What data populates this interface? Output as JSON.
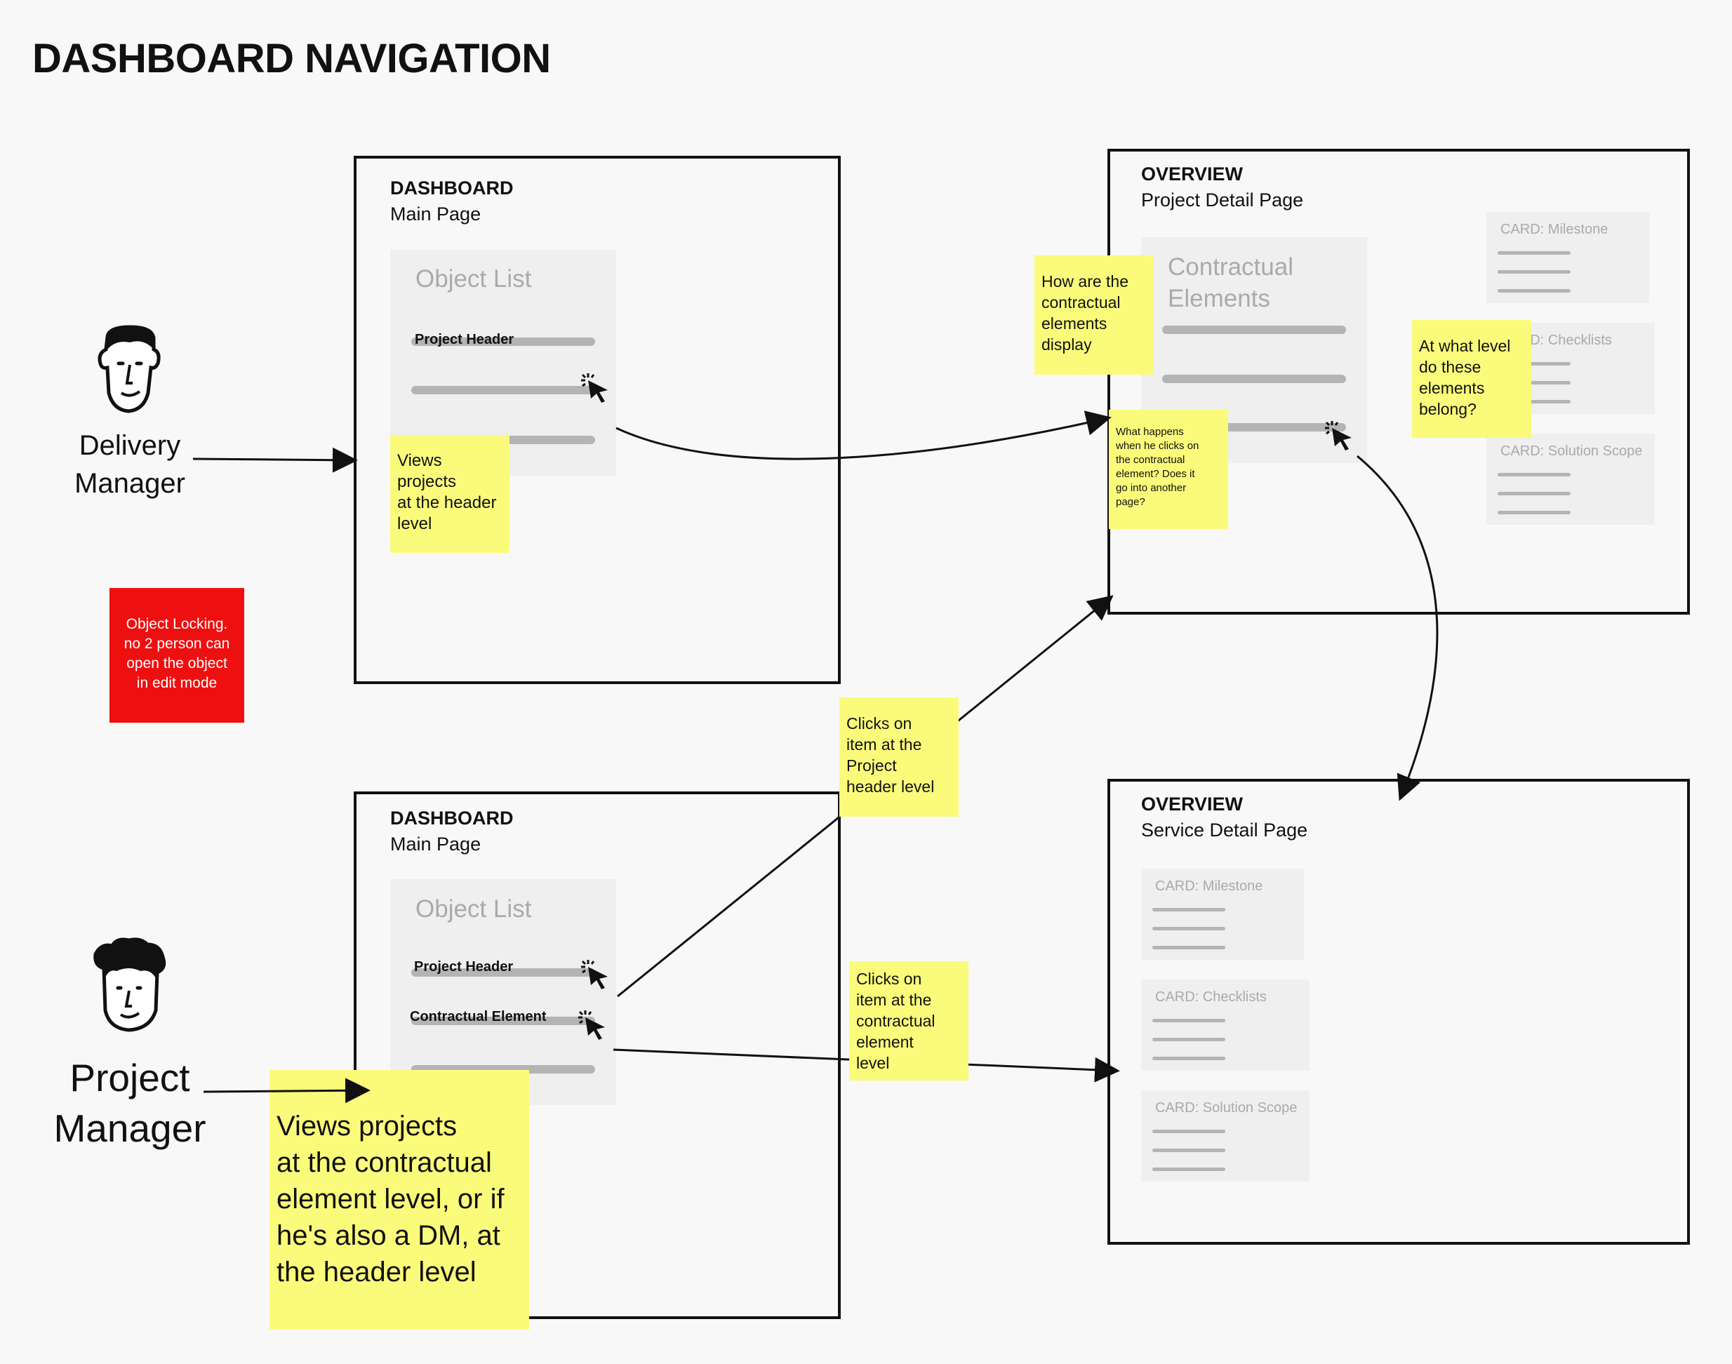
{
  "title": "DASHBOARD NAVIGATION",
  "actors": {
    "delivery_manager": "Delivery\nManager",
    "project_manager": "Project\nManager"
  },
  "dash1": {
    "heading": "DASHBOARD",
    "subheading": "Main Page",
    "panel_title": "Object List",
    "item1": "Project Header",
    "sticky": "Views\nprojects\nat the header\nlevel"
  },
  "dash2": {
    "heading": "DASHBOARD",
    "subheading": "Main Page",
    "panel_title": "Object List",
    "item1": "Project Header",
    "item2": "Contractual Element",
    "sticky": "Views projects\nat the contractual\nelement level, or if\nhe's also a DM, at\nthe header level"
  },
  "overview1": {
    "heading": "OVERVIEW",
    "subheading": "Project Detail Page",
    "panel_title": "Contractual\nElements",
    "cards": [
      "CARD: Milestone",
      "CARD: Checklists",
      "CARD: Solution Scope"
    ],
    "sticky_display": "How are the\ncontractual\nelements\ndisplay",
    "sticky_level": "At what level\ndo these\nelements\nbelong?",
    "sticky_clicks": "What happens\nwhen he clicks on\nthe contractual\nelement? Does it\ngo into another\npage?"
  },
  "overview2": {
    "heading": "OVERVIEW",
    "subheading": "Service Detail Page",
    "cards": [
      "CARD: Milestone",
      "CARD: Checklists",
      "CARD: Solution Scope"
    ]
  },
  "notes": {
    "object_locking": "Object Locking.\nno 2 person can\nopen the object\nin edit mode",
    "clicks_project_header": "Clicks on\nitem at the\nProject\nheader level",
    "clicks_contractual": "Clicks on\nitem at the\ncontractual\nelement\nlevel"
  },
  "colors": {
    "sticky": "#fbfb7b",
    "red_note": "#ee1010",
    "placeholder": "#efefef"
  },
  "icons": [
    "delivery-manager-face-icon",
    "project-manager-face-icon",
    "click-cursor-icon"
  ]
}
